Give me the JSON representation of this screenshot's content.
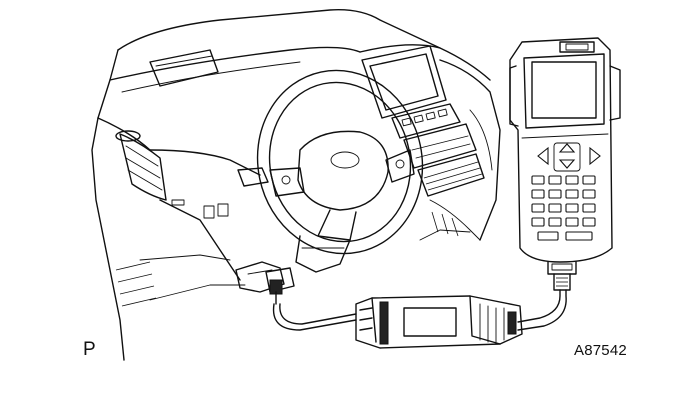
{
  "figure": {
    "corner_letter": "P",
    "figure_id": "A87542"
  },
  "colors": {
    "ink": "#111111",
    "background": "#ffffff"
  },
  "components": [
    "dashboard",
    "steering-wheel",
    "center-display",
    "dlc3-connector",
    "cable",
    "interface-module",
    "handheld-tester"
  ]
}
